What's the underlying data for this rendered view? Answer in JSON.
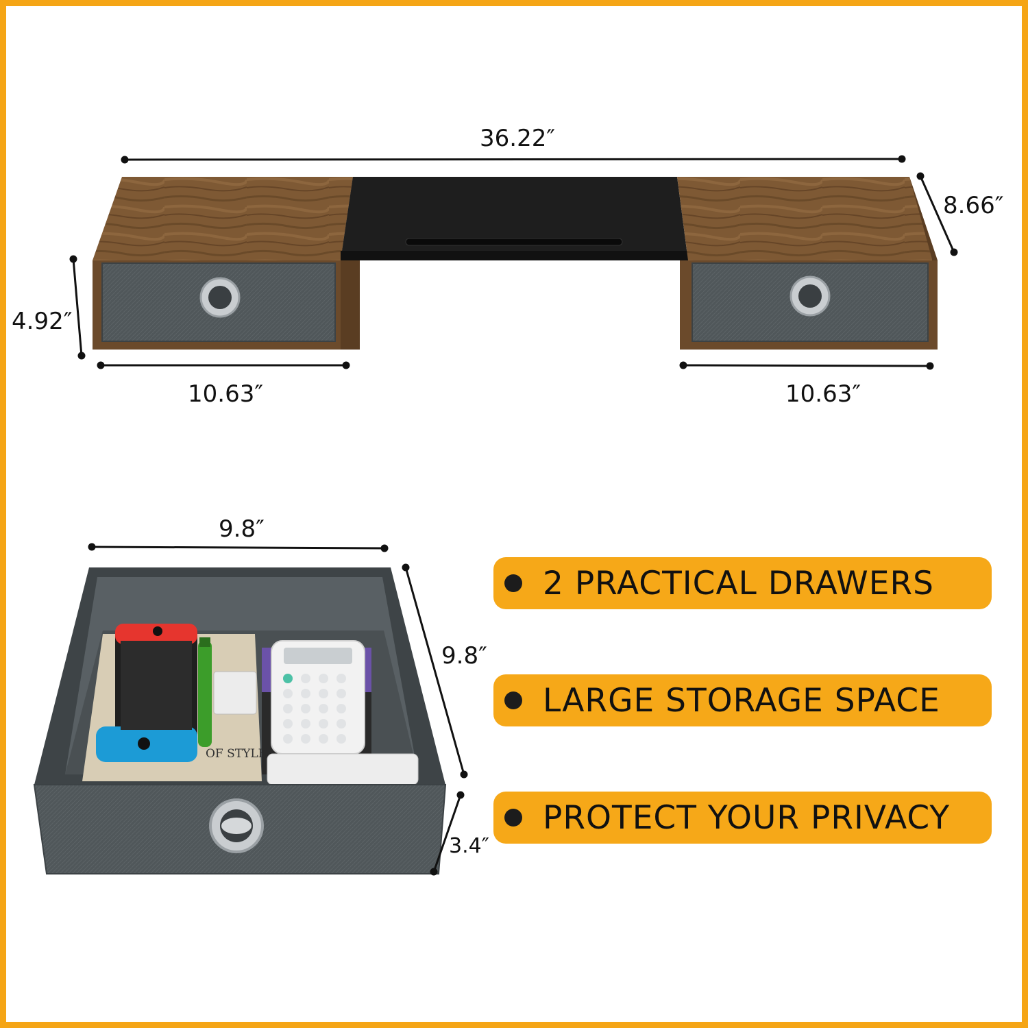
{
  "dimensions": {
    "total_width": "36.22″",
    "depth": "8.66″",
    "height": "4.92″",
    "left_unit_width": "10.63″",
    "right_unit_width": "10.63″",
    "drawer_width": "9.8″",
    "drawer_depth": "9.8″",
    "drawer_height": "3.4″"
  },
  "features": [
    {
      "label": "2 PRACTICAL DRAWERS"
    },
    {
      "label": "LARGE STORAGE SPACE"
    },
    {
      "label": "PROTECT YOUR PRIVACY"
    }
  ],
  "props": {
    "book_text": "OF STYLE"
  },
  "colors": {
    "border": "#F5A515",
    "pill": "#F6A818",
    "wood": "#7A5532",
    "fabric": "#4E5558",
    "monitor_shelf": "#1E1E1E"
  }
}
